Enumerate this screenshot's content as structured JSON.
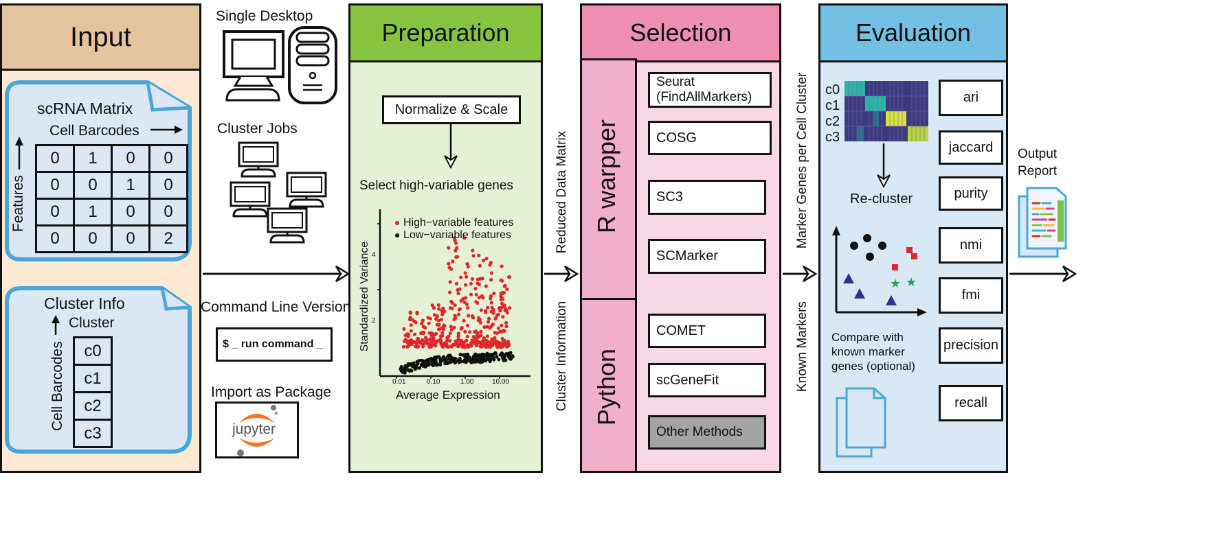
{
  "input": {
    "title": "Input",
    "matrix_title": "scRNA Matrix",
    "cell_barcodes": "Cell Barcodes",
    "features": "Features",
    "matrix": [
      [
        "0",
        "1",
        "0",
        "0"
      ],
      [
        "0",
        "0",
        "1",
        "0"
      ],
      [
        "0",
        "1",
        "0",
        "0"
      ],
      [
        "0",
        "0",
        "0",
        "2"
      ]
    ],
    "cluster_info_title": "Cluster Info",
    "cluster_label": "Cluster",
    "cell_barcodes_vertical": "Cell Barcodes",
    "clusters": [
      "c0",
      "c1",
      "c2",
      "c3"
    ]
  },
  "execution": {
    "single_desktop": "Single Desktop",
    "cluster_jobs": "Cluster Jobs",
    "command_line_version": "Command Line Version",
    "command": "$ _ run command _",
    "import_as_package": "Import as Package",
    "jupyter": "jupyter"
  },
  "preparation": {
    "title": "Preparation",
    "normalize": "Normalize & Scale",
    "select_hvg": "Select high-variable genes"
  },
  "chart_data": {
    "type": "scatter",
    "xlabel": "Average Expression",
    "ylabel": "Standardized Variance",
    "x_scale": "log",
    "x_ticks": [
      "0.01",
      "0.10",
      "1.00",
      "10.00"
    ],
    "y_ticks": [
      "2",
      "4"
    ],
    "series": [
      {
        "name": "High−variable features",
        "color": "#e0262b"
      },
      {
        "name": "Low−variable features",
        "color": "#111111"
      }
    ]
  },
  "between": {
    "reduced_data_matrix": "Reduced Data Matrix",
    "cluster_information": "Cluster Information",
    "marker_genes_per_cluster": "Marker Genes per Cell Cluster",
    "known_markers": "Known Markers"
  },
  "selection": {
    "title": "Selection",
    "r_wrapper": "R warpper",
    "python": "Python",
    "r_methods": [
      "Seurat\n(FindAllMarkers)",
      "COSG",
      "SC3",
      "SCMarker"
    ],
    "py_methods": [
      "COMET",
      "scGeneFit"
    ],
    "other_methods": "Other Methods"
  },
  "evaluation": {
    "title": "Evaluation",
    "heatmap_rows": [
      "c0",
      "c1",
      "c2",
      "c3"
    ],
    "recluster": "Re-cluster",
    "compare": "Compare with\nknown marker\ngenes (optional)",
    "metrics": [
      "ari",
      "jaccard",
      "purity",
      "nmi",
      "fmi",
      "precision",
      "recall"
    ]
  },
  "output": {
    "label": "Output\nReport"
  },
  "colors": {
    "input_head": "#e5c39f",
    "input_body": "#fbe9d3",
    "prep_head": "#86c440",
    "prep_body": "#e5f1d4",
    "sel_head": "#ef8fb4",
    "sel_body": "#f7d6e5",
    "sel_side": "#f2afcc",
    "eval_head": "#74c0e4",
    "eval_body": "#d8e9f5",
    "doc_blue": "#4aa5d9",
    "high": "#e0262b",
    "low": "#111111",
    "other_fill": "#a3a3a3"
  }
}
